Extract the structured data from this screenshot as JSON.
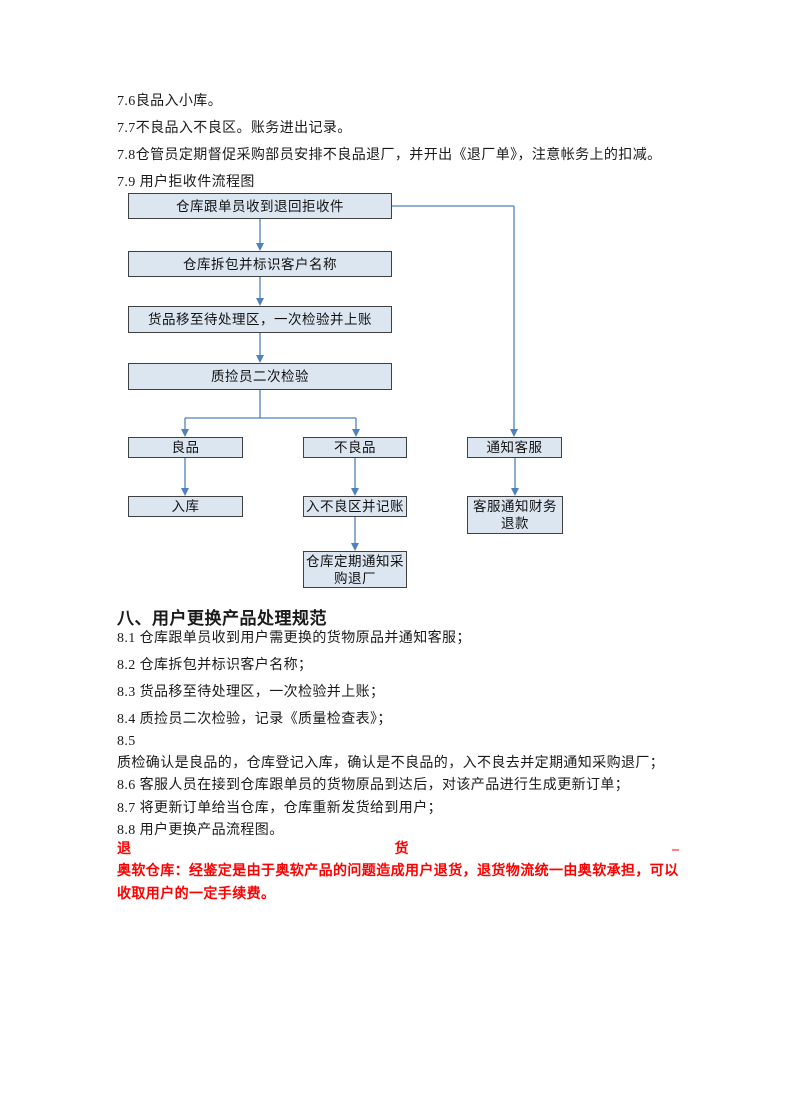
{
  "section7": {
    "items": [
      "7.6良品入小库。",
      "7.7不良品入不良区。账务进出记录。",
      "7.8仓管员定期督促采购部员安排不良品退厂，并开出《退厂单》，注意帐务上的扣减。",
      "7.9 用户拒收件流程图"
    ]
  },
  "flowchart": {
    "boxes": {
      "received": "仓库跟单员收到退回拒收件",
      "unpack": "仓库拆包并标识客户名称",
      "move": "货品移至待处理区，一次检验并上账",
      "recheck": "质捡员二次检验",
      "good": "良品",
      "defective": "不良品",
      "notify_service": "通知客服",
      "storage_in": "入库",
      "defect_zone": "入不良区并记账",
      "service_finance": "客服通知财务退款",
      "periodic_return": "仓库定期通知采购退厂"
    }
  },
  "section8": {
    "heading": "八、用户更换产品处理规范",
    "items": [
      "8.1 仓库跟单员收到用户需更换的货物原品并通知客服；",
      "8.2 仓库拆包并标识客户名称；",
      "8.3 货品移至待处理区，一次检验并上账；",
      "8.4 质捡员二次检验，记录《质量检查表》；",
      "8.5",
      "质检确认是良品的，仓库登记入库，确认是不良品的，入不良去并定期通知采购退厂；",
      "8.6 客服人员在接到仓库跟单员的货物原品到达后，对该产品进行生成更新订单；",
      "8.7 将更新订单给当仓库，仓库重新发货给到用户；",
      "8.8 用户更换产品流程图。"
    ]
  },
  "red_note": {
    "line1_left": "退",
    "line1_mid": "货",
    "line1_right": "–",
    "line2": "奥软仓库：经鉴定是由于奥软产品的问题造成用户退货，退货物流统一由奥软承担，可以",
    "line3": "收取用户的一定手续费。"
  },
  "colors": {
    "box_fill": "#dce6f1",
    "box_border": "#404040",
    "arrow_blue": "#4f81bd",
    "note_red": "#ff0000",
    "text": "#1a1a1a"
  }
}
